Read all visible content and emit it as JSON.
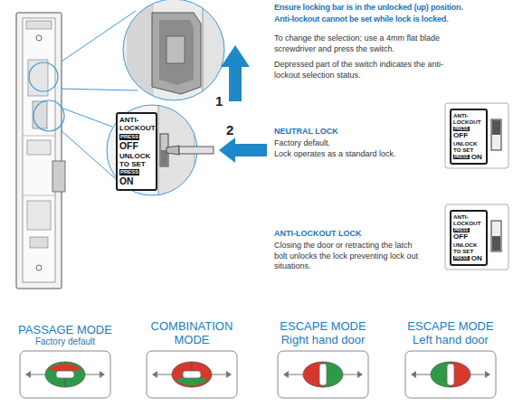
{
  "diagram": {
    "nodes": [
      {
        "text": [
          "ANTI-LOCKOUT",
          "PRESS",
          "OFF",
          "UNLOCK TO SET",
          "PRESS",
          "ON"
        ]
      },
      {
        "text": [
          "ANTI-LOCKOUT",
          "PRESS",
          "OFF",
          "UNLOCK TO SET",
          "PRESS",
          "ON"
        ]
      },
      {
        "text": [
          "ANTI-LOCKOUT",
          "PRESS",
          "OFF",
          "UNLOCK TO SET",
          "PRESS",
          "ON"
        ]
      },
      {
        "text": [
          "PASSAGE MODE",
          "Factory default"
        ]
      },
      {
        "text": [
          "COMBINATION MODE"
        ]
      },
      {
        "text": [
          "ESCAPE MODE",
          "Right hand door"
        ]
      },
      {
        "text": [
          "ESCAPE MODE",
          "Left hand door"
        ]
      }
    ],
    "labels": [
      "1",
      "2",
      "Ensure locking bar is in the unlocked (up) position.",
      "Anti-lockout cannot be set while lock is locked.",
      "To change the selection; use a 4mm flat blade screwdriver and press the switch.",
      "Depressed part of the switch indicates the anti-lockout selection status.",
      "NEUTRAL LOCK",
      "Factory default.",
      "Lock operates as a standard lock.",
      "ANTI-LOCKOUT LOCK",
      "Closing the door or retracting the latch bolt unlocks the lock preventing lock out situations."
    ]
  }
}
